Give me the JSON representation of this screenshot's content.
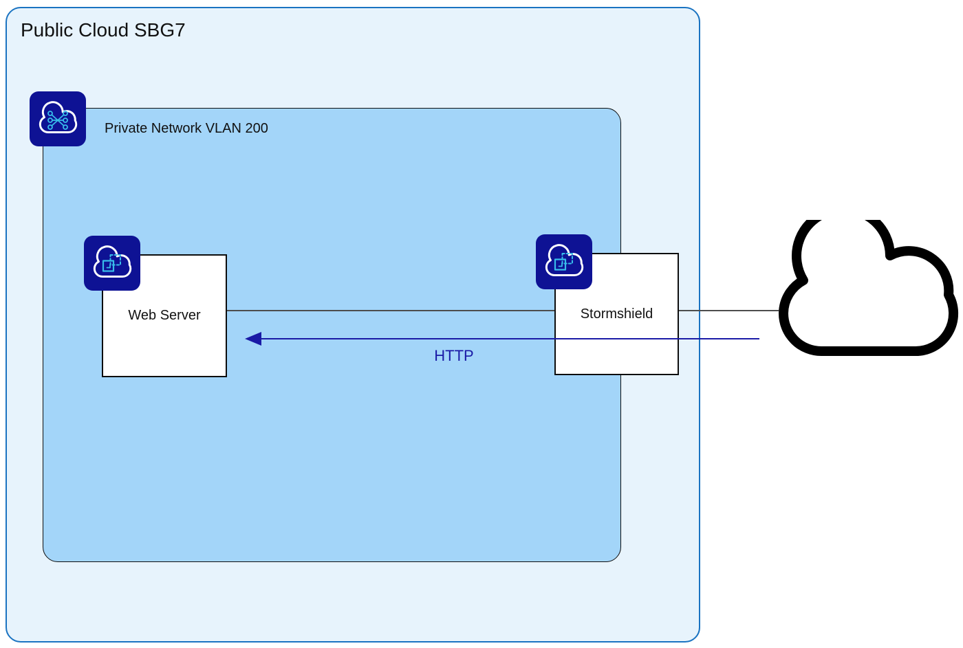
{
  "containers": {
    "public_cloud": {
      "label": "Public Cloud SBG7"
    },
    "private_network": {
      "label": "Private Network VLAN 200",
      "icon": "vrack-network-icon"
    }
  },
  "nodes": {
    "web_server": {
      "label": "Web Server",
      "icon": "cloud-instance-icon"
    },
    "stormshield": {
      "label": "Stormshield",
      "icon": "cloud-instance-icon"
    }
  },
  "external": {
    "internet": {
      "icon": "internet-cloud-icon"
    }
  },
  "connections": {
    "http": {
      "label": "HTTP",
      "direction": "right-to-left"
    }
  },
  "colors": {
    "outer_fill": "#e7f3fc",
    "outer_border": "#1a73c1",
    "inner_fill": "#a3d5f9",
    "inner_border": "#0d0d0d",
    "node_border": "#0d0d0d",
    "icon_bg": "#0e1294",
    "icon_cyan": "#38bdea",
    "arrow": "#1a1aa6",
    "link": "#4d4d4d",
    "cloud": "#000000"
  }
}
